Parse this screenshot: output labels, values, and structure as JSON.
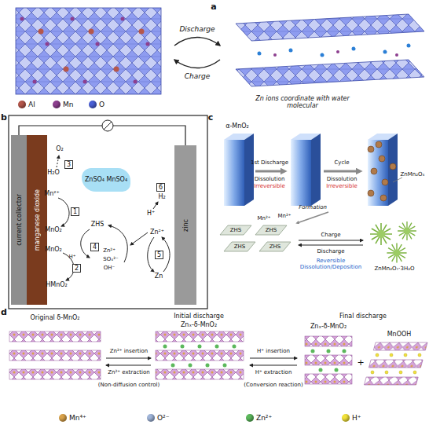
{
  "diagram": {
    "nodes": [
      {
        "text": [
          "current collector"
        ]
      },
      {
        "text": [
          "manganese dioxide"
        ]
      },
      {
        "text": [
          "ZnSO₄ MnSO₄"
        ]
      },
      {
        "text": [
          "zinc"
        ]
      },
      {
        "text": [
          "3"
        ]
      },
      {
        "text": [
          "1"
        ]
      },
      {
        "text": [
          "2"
        ]
      },
      {
        "text": [
          "4"
        ]
      },
      {
        "text": [
          "6"
        ]
      },
      {
        "text": [
          "5"
        ]
      }
    ],
    "edges": [
      {
        "from": 0,
        "to": 3,
        "arrow": "none"
      }
    ],
    "labels": [
      "a",
      "Discharge",
      "Charge",
      "Zn ions coordinate with water molecular",
      "b",
      "O₂",
      "H₂O",
      "Mn²⁺",
      "MnO₂",
      "MnO₂",
      "H⁺",
      "HMnO₂",
      "ZHS",
      "Zn²⁺",
      "SO₄²⁻",
      "OH⁻",
      "H₂",
      "H⁺",
      "Zn²⁺",
      "Zn",
      "c",
      "α-MnO₂",
      "1st Discharge",
      "Dissolution",
      "Irreversible",
      "Cycle",
      "Dissolution",
      "Irreversible",
      "ZnMn₂O₄",
      "Formation",
      "Mn²⁺",
      "Mn²⁺",
      "ZHS",
      "ZHS",
      "ZHS",
      "ZHS",
      "Charge",
      "Discharge",
      "Reversible Dissolution/Deposition",
      "ZnMn₂O₇·3H₂O",
      "d",
      "Original δ-MnO₂",
      "Initial discharge",
      "Znₓ-δ-MnO₂",
      "Final discharge",
      "Zn²⁺ insertion",
      "Zn²⁺ extraction",
      "(Non-diffusion control)",
      "H⁺ insertion",
      "H⁺ extraction",
      "(Conversion reaction)",
      "Znₓ-δ-MnO₂",
      "+",
      "MnOOH"
    ],
    "legend": [
      {
        "text": "Al",
        "color": "#b5574b"
      },
      {
        "text": "Mn",
        "color": "#8d3f8f"
      },
      {
        "text": "O",
        "color": "#4a5fd6"
      },
      {
        "text": "Mn⁴⁺",
        "color": "#d9a24a"
      },
      {
        "text": "O²⁻",
        "color": "#9fb4d8"
      },
      {
        "text": "Zn²⁺",
        "color": "#5cb85c"
      },
      {
        "text": "H⁺",
        "color": "#f2e23a"
      }
    ]
  }
}
